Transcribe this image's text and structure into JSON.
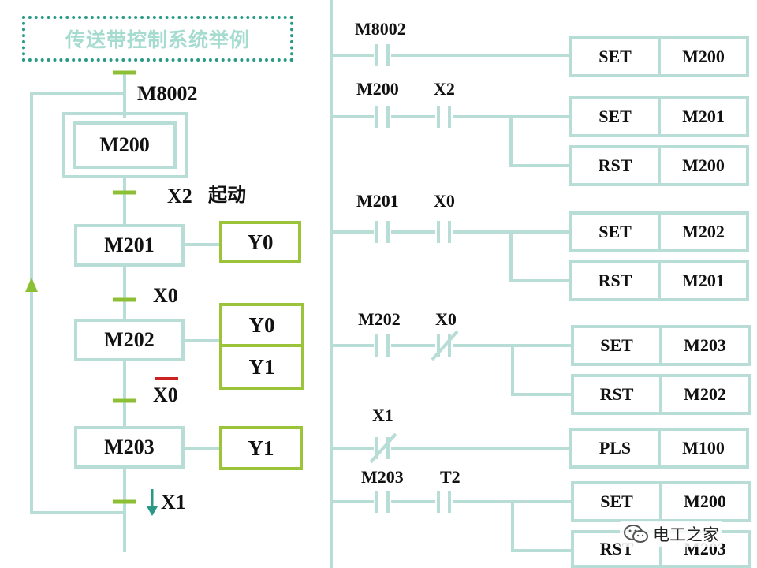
{
  "title": "传送带控制系统举例",
  "sfc": {
    "init_condition": "M8002",
    "steps": [
      "M200",
      "M201",
      "M202",
      "M203"
    ],
    "transitions": [
      {
        "label": "X2",
        "note": "起动"
      },
      {
        "label": "X0"
      },
      {
        "label": "X0",
        "negated": true
      },
      {
        "label": "X1",
        "falling_edge": true
      }
    ],
    "outputs": {
      "M201": [
        "Y0"
      ],
      "M202": [
        "Y0",
        "Y1"
      ],
      "M203": [
        "Y1"
      ]
    }
  },
  "ladder": {
    "rungs": [
      {
        "contacts": [
          {
            "label": "M8002",
            "type": "NO"
          }
        ],
        "coils": [
          {
            "op": "SET",
            "dev": "M200"
          }
        ]
      },
      {
        "contacts": [
          {
            "label": "M200",
            "type": "NO"
          },
          {
            "label": "X2",
            "type": "NO"
          }
        ],
        "coils": [
          {
            "op": "SET",
            "dev": "M201"
          },
          {
            "op": "RST",
            "dev": "M200"
          }
        ]
      },
      {
        "contacts": [
          {
            "label": "M201",
            "type": "NO"
          },
          {
            "label": "X0",
            "type": "NO"
          }
        ],
        "coils": [
          {
            "op": "SET",
            "dev": "M202"
          },
          {
            "op": "RST",
            "dev": "M201"
          }
        ]
      },
      {
        "contacts": [
          {
            "label": "M202",
            "type": "NO"
          },
          {
            "label": "X0",
            "type": "NC"
          }
        ],
        "coils": [
          {
            "op": "SET",
            "dev": "M203"
          },
          {
            "op": "RST",
            "dev": "M202"
          }
        ]
      },
      {
        "contacts": [
          {
            "label": "X1",
            "type": "NC"
          }
        ],
        "coils": [
          {
            "op": "PLS",
            "dev": "M100"
          }
        ]
      },
      {
        "contacts": [
          {
            "label": "M203",
            "type": "NO"
          },
          {
            "label": "T2",
            "type": "NO"
          }
        ],
        "coils": [
          {
            "op": "SET",
            "dev": "M200"
          },
          {
            "op": "RST",
            "dev": "M203"
          }
        ]
      }
    ]
  },
  "watermark": "电工之家",
  "colors": {
    "wire": "#b8dcd6",
    "transition": "#8cbf34",
    "output_border": "#9cc43a",
    "title_border": "#2a9a86",
    "title_text": "#a6dccf",
    "negation_bar": "#cc2222",
    "arrow": "#2a9a86"
  }
}
